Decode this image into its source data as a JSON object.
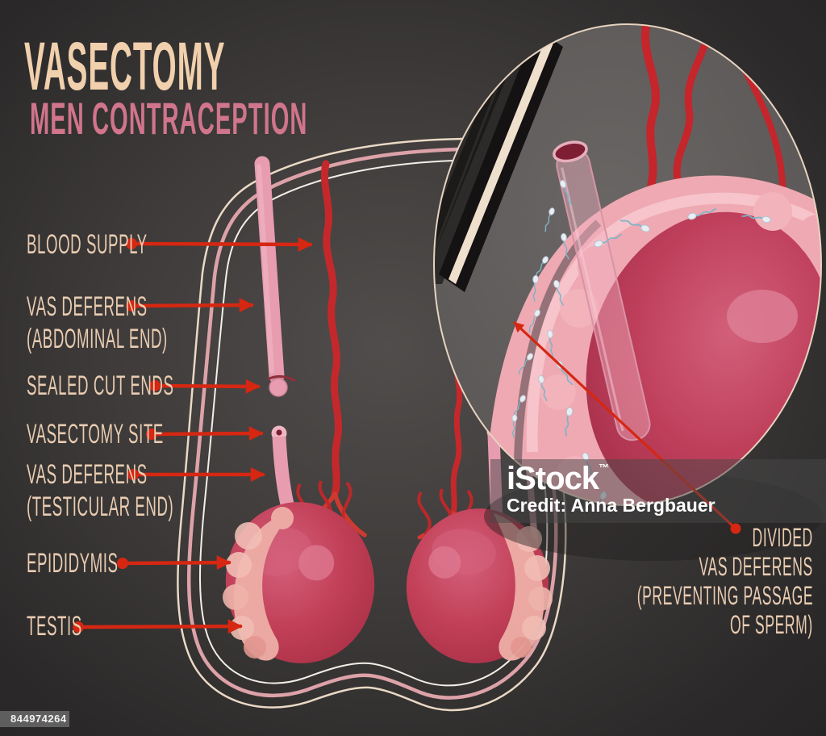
{
  "title": "VASECTOMY",
  "subtitle": "MEN CONTRACEPTION",
  "left_labels": [
    {
      "id": "blood-supply",
      "lines": [
        "BLOOD SUPPLY"
      ]
    },
    {
      "id": "vas-deferens-abdominal",
      "lines": [
        "VAS DEFERENS",
        "(ABDOMINAL END)"
      ]
    },
    {
      "id": "sealed-cut-ends",
      "lines": [
        "SEALED CUT ENDS"
      ]
    },
    {
      "id": "vasectomy-site",
      "lines": [
        "VASECTOMY SITE"
      ]
    },
    {
      "id": "vas-deferens-testicular",
      "lines": [
        "VAS DEFERENS",
        "(TESTICULAR END)"
      ]
    },
    {
      "id": "epididymis",
      "lines": [
        "EPIDIDYMIS"
      ]
    },
    {
      "id": "testis",
      "lines": [
        "TESTIS"
      ]
    }
  ],
  "right_label": {
    "id": "divided-vas-deferens",
    "lines": [
      "DIVIDED",
      "VAS DEFERENS",
      "(PREVENTING PASSAGE",
      "OF SPERM)"
    ]
  },
  "watermark": {
    "brand": "iStock",
    "tm": "™",
    "credit": "Credit: Anna Bergbauer"
  },
  "image_id": "844974264",
  "colors": {
    "background_dark": "#2a2828",
    "background_center": "#504c4b",
    "title": "#f1d0ad",
    "subtitle": "#d0758b",
    "label_text": "#e9ccb1",
    "arrow_red": "#d52712",
    "vessel_red": "#c5282b",
    "vas_pink": "#e79cb0",
    "testis_crimson": "#c24058",
    "epididymis_pink": "#eeada6",
    "outline_cream": "#ead9c5",
    "outline_pink": "#dda2a8",
    "outline_white": "#f3efe8",
    "inset_gray": "#615d5c",
    "lumen_crimson": "#bf3f5b",
    "sperm_teal": "#7fb3c6",
    "watermark_text": "#ffffff"
  }
}
